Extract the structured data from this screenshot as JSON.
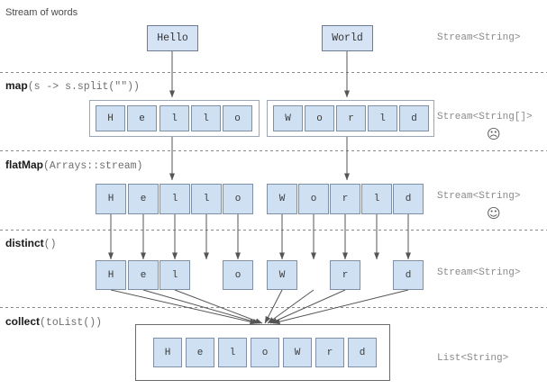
{
  "diagram": {
    "title": "Stream of words",
    "stages": [
      {
        "id": "source",
        "op_bold": "",
        "op_rest": "",
        "type_label": "Stream<String>",
        "emoji": "",
        "items": [
          "Hello",
          "World"
        ]
      },
      {
        "id": "map",
        "op_bold": "map",
        "op_rest": "(s -> s.split(\"\"))",
        "type_label": "Stream<String[]>",
        "emoji": "☹",
        "groups": [
          [
            "H",
            "e",
            "l",
            "l",
            "o"
          ],
          [
            "W",
            "o",
            "r",
            "l",
            "d"
          ]
        ]
      },
      {
        "id": "flatMap",
        "op_bold": "flatMap",
        "op_rest": "(Arrays::stream)",
        "type_label": "Stream<String>",
        "emoji": "☺",
        "items": [
          "H",
          "e",
          "l",
          "l",
          "o",
          "W",
          "o",
          "r",
          "l",
          "d"
        ]
      },
      {
        "id": "distinct",
        "op_bold": "distinct",
        "op_rest": "()",
        "type_label": "Stream<String>",
        "emoji": "",
        "items": [
          "H",
          "e",
          "l",
          "",
          "",
          "o",
          "W",
          "r",
          "",
          "d"
        ]
      },
      {
        "id": "collect",
        "op_bold": "collect",
        "op_rest": "(toList())",
        "type_label": "List<String>",
        "emoji": "",
        "items": [
          "H",
          "e",
          "l",
          "o",
          "W",
          "r",
          "d"
        ]
      }
    ],
    "colors": {
      "cell_fill": "#cfe0f3",
      "cell_border": "#7f8fa6",
      "wire": "#555555",
      "divider": "#8a8a8a",
      "type_text": "#8a8a8a"
    }
  }
}
